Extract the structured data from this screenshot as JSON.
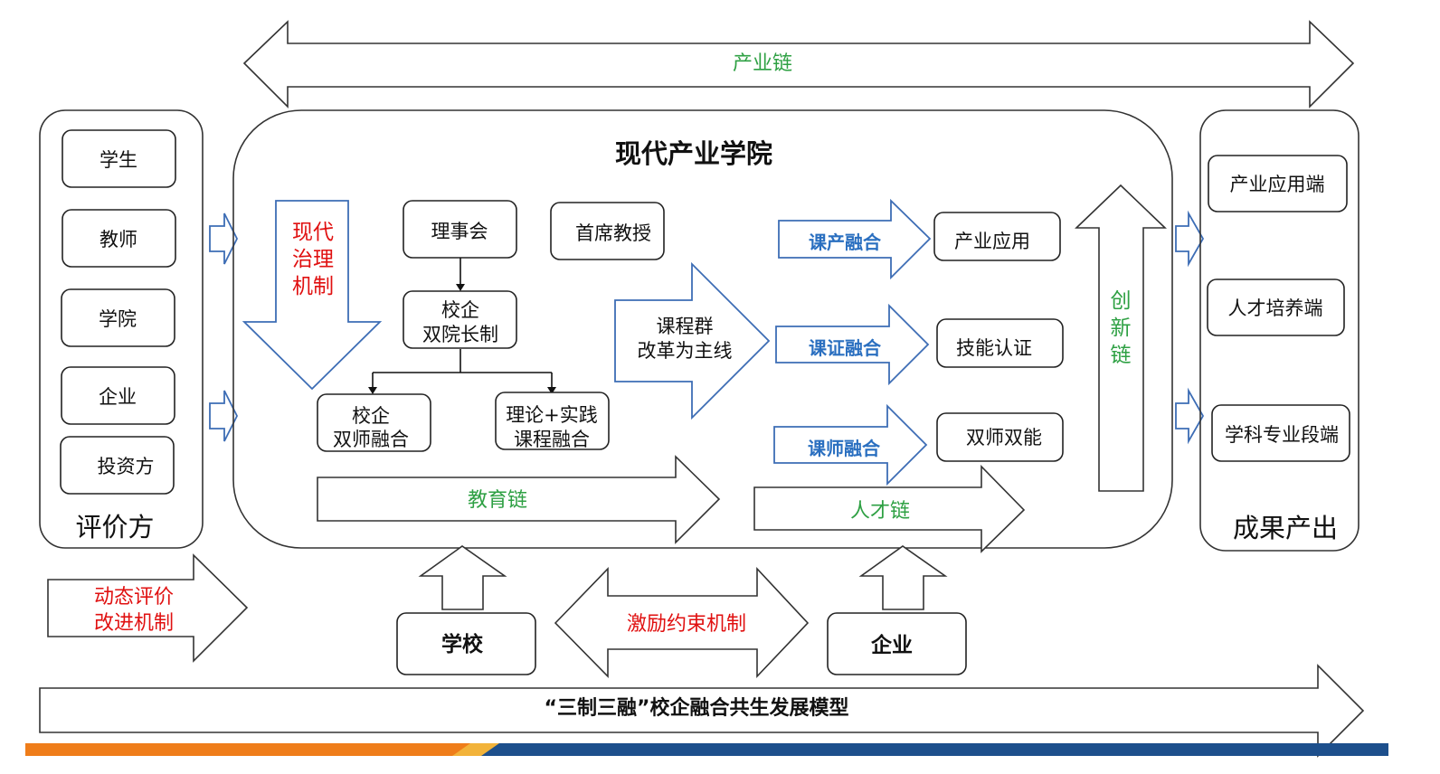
{
  "industry_chain": "产业链",
  "college": {
    "title": "现代产业学院",
    "governance": [
      "现代",
      "治理",
      "机制"
    ],
    "board": "理事会",
    "chief_professor": "首席教授",
    "dual_dean": [
      "校企",
      "双院长制"
    ],
    "dual_teacher": [
      "校企",
      "双师融合"
    ],
    "theory_practice": [
      "理论+实践",
      "课程融合"
    ],
    "curriculum_reform": [
      "课程群",
      "改革为主线"
    ],
    "fusion_1": "课产融合",
    "fusion_2": "课证融合",
    "fusion_3": "课师融合",
    "result_1": "产业应用",
    "result_2": "技能认证",
    "result_3": "双师双能",
    "innovation_chain": [
      "创",
      "新",
      "链"
    ],
    "education_chain": "教育链",
    "talent_chain": "人才链"
  },
  "evaluators": {
    "items": [
      "学生",
      "教师",
      "学院",
      "企业",
      "投资方"
    ],
    "label": "评价方"
  },
  "outputs": {
    "items": [
      "产业应用端",
      "人才培养端",
      "学科专业段端"
    ],
    "label": "成果产出"
  },
  "dynamic_eval": [
    "动态评价",
    "改进机制"
  ],
  "school": "学校",
  "enterprise": "企业",
  "incentive": "激励约束机制",
  "model_title": "“三制三融”校企融合共生发展模型",
  "colors": {
    "green": "#2ea043",
    "red": "#e01010",
    "blue": "#2a6fc0",
    "bar_orange": "#ef7d1a",
    "bar_navy": "#1d4f8c"
  }
}
